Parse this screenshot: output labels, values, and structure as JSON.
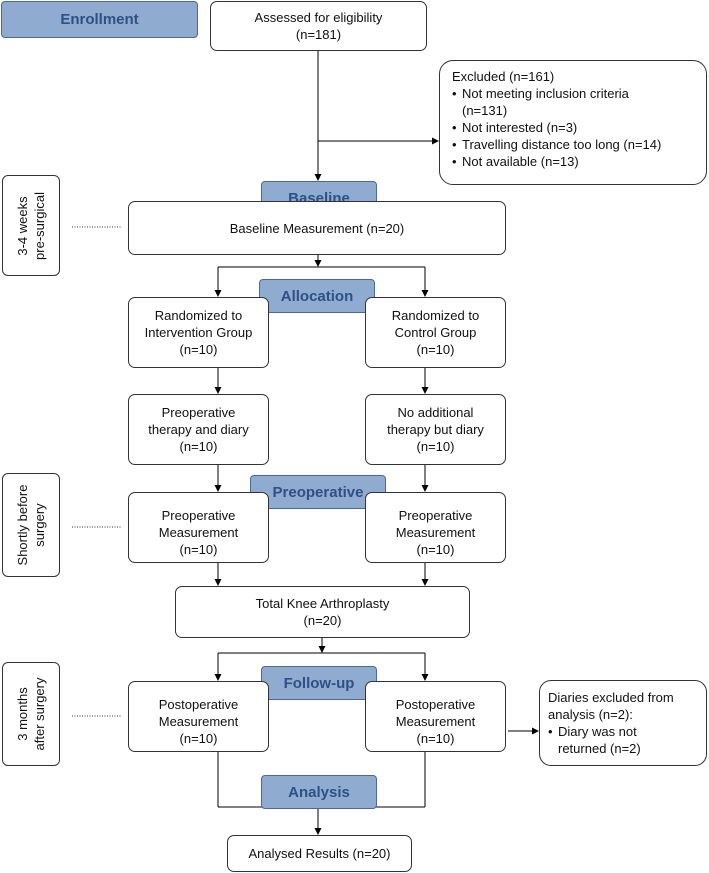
{
  "stages": {
    "enrollment": "Enrollment",
    "baseline": "Baseline",
    "allocation": "Allocation",
    "preoperative": "Preoperative",
    "follow_up": "Follow-up",
    "analysis": "Analysis"
  },
  "side_labels": {
    "pre_surgical": [
      "3-4 weeks",
      "pre-surgical"
    ],
    "before_surgery": [
      "Shortly before",
      "surgery"
    ],
    "after_surgery": [
      "3 months",
      "after surgery"
    ]
  },
  "boxes": {
    "assessed": [
      "Assessed for eligibility",
      "(n=181)"
    ],
    "excluded": {
      "title": "Excluded (n=161)",
      "items": [
        [
          "Not meeting inclusion criteria",
          "(n=131)"
        ],
        [
          "Not interested (n=3)"
        ],
        [
          "Travelling distance too long (n=14)"
        ],
        [
          "Not available (n=13)"
        ]
      ]
    },
    "baseline_measurement": [
      "Baseline Measurement (n=20)"
    ],
    "randomized_intervention": [
      "Randomized to",
      "Intervention Group",
      "(n=10)"
    ],
    "randomized_control": [
      "Randomized to",
      "Control Group",
      "(n=10)"
    ],
    "preop_therapy": [
      "Preoperative",
      "therapy and diary",
      "(n=10)"
    ],
    "no_therapy": [
      "No additional",
      "therapy but diary",
      "(n=10)"
    ],
    "preop_measurement_intervention": [
      "Preoperative",
      "Measurement",
      "(n=10)"
    ],
    "preop_measurement_control": [
      "Preoperative",
      "Measurement",
      "(n=10)"
    ],
    "tka": [
      "Total Knee Arthroplasty",
      "(n=20)"
    ],
    "postop_measurement_intervention": [
      "Postoperative",
      "Measurement",
      "(n=10)"
    ],
    "postop_measurement_control": [
      "Postoperative",
      "Measurement",
      "(n=10)"
    ],
    "diaries_excluded": {
      "title": [
        "Diaries excluded from",
        "analysis (n=2):"
      ],
      "items": [
        [
          "Diary was not",
          "returned (n=2)"
        ]
      ]
    },
    "analysed": [
      "Analysed Results (n=20)"
    ]
  },
  "colors": {
    "stage_fill": "#8facd0",
    "stage_text": "#2f4f86",
    "line": "#000000"
  }
}
